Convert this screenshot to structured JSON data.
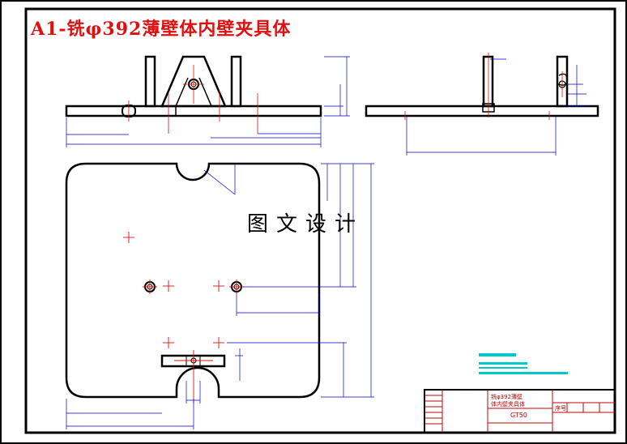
{
  "title": "A1-铣φ392薄壁体内壁夹具体",
  "watermark": "图文设计",
  "title_block": {
    "part_name_line1": "铣φ392薄壁",
    "part_name_line2": "体内壁夹具体",
    "material": "GT50",
    "sheet_label": "序号"
  },
  "colors": {
    "border": "#000000",
    "title": "#e01010",
    "center_lines": "#e01010",
    "dimensions": "#0000c8",
    "notes": "#00c8c8"
  }
}
